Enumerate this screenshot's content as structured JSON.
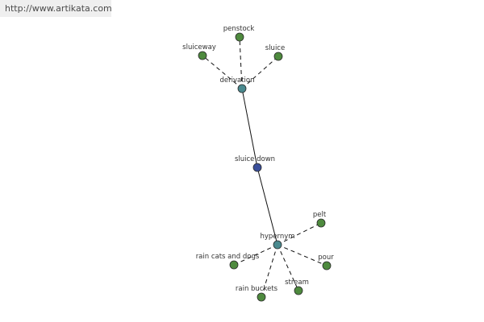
{
  "banner": {
    "url_text": "http://www.artikata.com"
  },
  "colors": {
    "center_node": "#3a4f9a",
    "relation_node": "#4a8a8f",
    "leaf_node": "#4e8a3e",
    "edge": "#111111"
  },
  "graph": {
    "center": {
      "id": "sluice-down",
      "label": "sluice down",
      "kind": "center"
    },
    "relations": [
      {
        "id": "derivation",
        "label": "derivation",
        "kind": "relation",
        "members": [
          {
            "id": "penstock",
            "label": "penstock"
          },
          {
            "id": "sluiceway",
            "label": "sluiceway"
          },
          {
            "id": "sluice",
            "label": "sluice"
          }
        ]
      },
      {
        "id": "hypernym",
        "label": "hypernym",
        "kind": "relation",
        "members": [
          {
            "id": "pelt",
            "label": "pelt"
          },
          {
            "id": "pour",
            "label": "pour"
          },
          {
            "id": "stream",
            "label": "stream"
          },
          {
            "id": "rain-buckets",
            "label": "rain buckets"
          },
          {
            "id": "rain-cats-and-dogs",
            "label": "rain cats and dogs"
          }
        ]
      }
    ]
  }
}
